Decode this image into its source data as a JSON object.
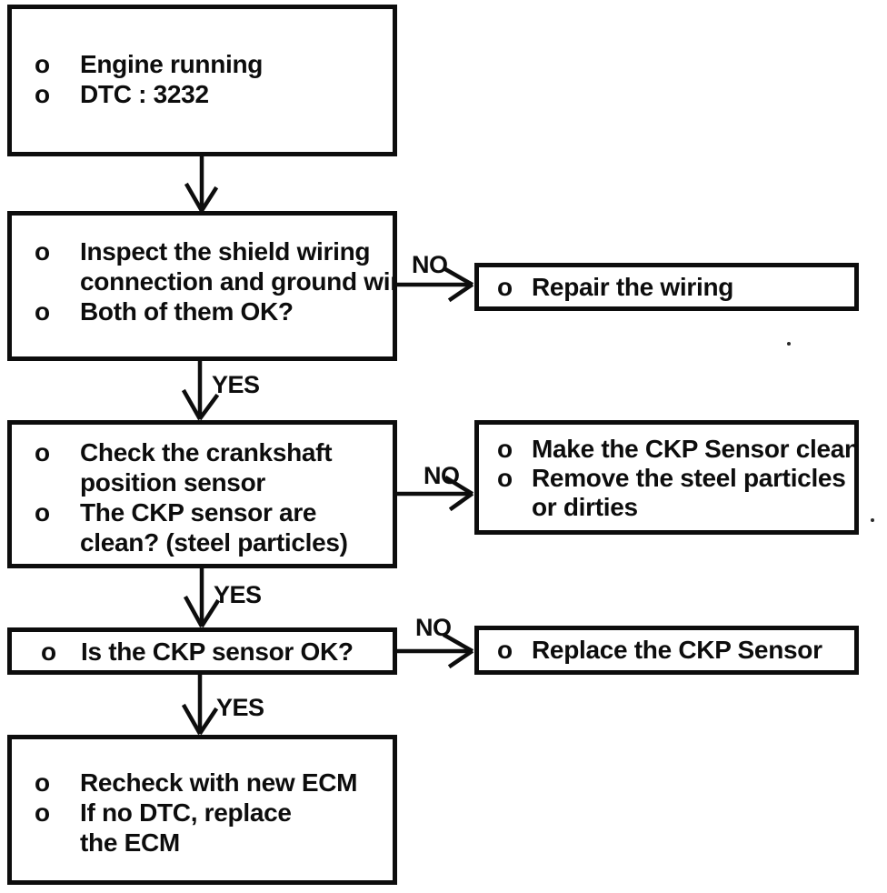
{
  "bullet": "o",
  "edge_labels": {
    "no_repair": "NO",
    "yes_check": "YES",
    "no_clean": "NO",
    "yes_sensor": "YES",
    "no_replace": "NO",
    "yes_recheck": "YES"
  },
  "nodes": {
    "start": {
      "lines": [
        "Engine running",
        "DTC : 3232"
      ]
    },
    "inspect": {
      "lines": [
        "Inspect the shield wiring",
        "connection and ground wire",
        "Both of them OK?"
      ]
    },
    "repair": {
      "lines": [
        "Repair the wiring"
      ]
    },
    "check": {
      "lines": [
        "Check the crankshaft",
        "position sensor",
        "The CKP sensor are",
        "clean? (steel particles)"
      ]
    },
    "clean": {
      "lines": [
        "Make the CKP Sensor clean",
        "Remove the steel particles",
        "or dirties"
      ]
    },
    "sensor_ok": {
      "lines": [
        "Is the CKP sensor OK?"
      ]
    },
    "replace": {
      "lines": [
        "Replace the CKP Sensor"
      ]
    },
    "recheck": {
      "lines": [
        "Recheck with new ECM",
        "If no DTC, replace",
        "the ECM"
      ]
    }
  },
  "colors": {
    "ink": "#0d0d0d",
    "paper": "#ffffff"
  }
}
